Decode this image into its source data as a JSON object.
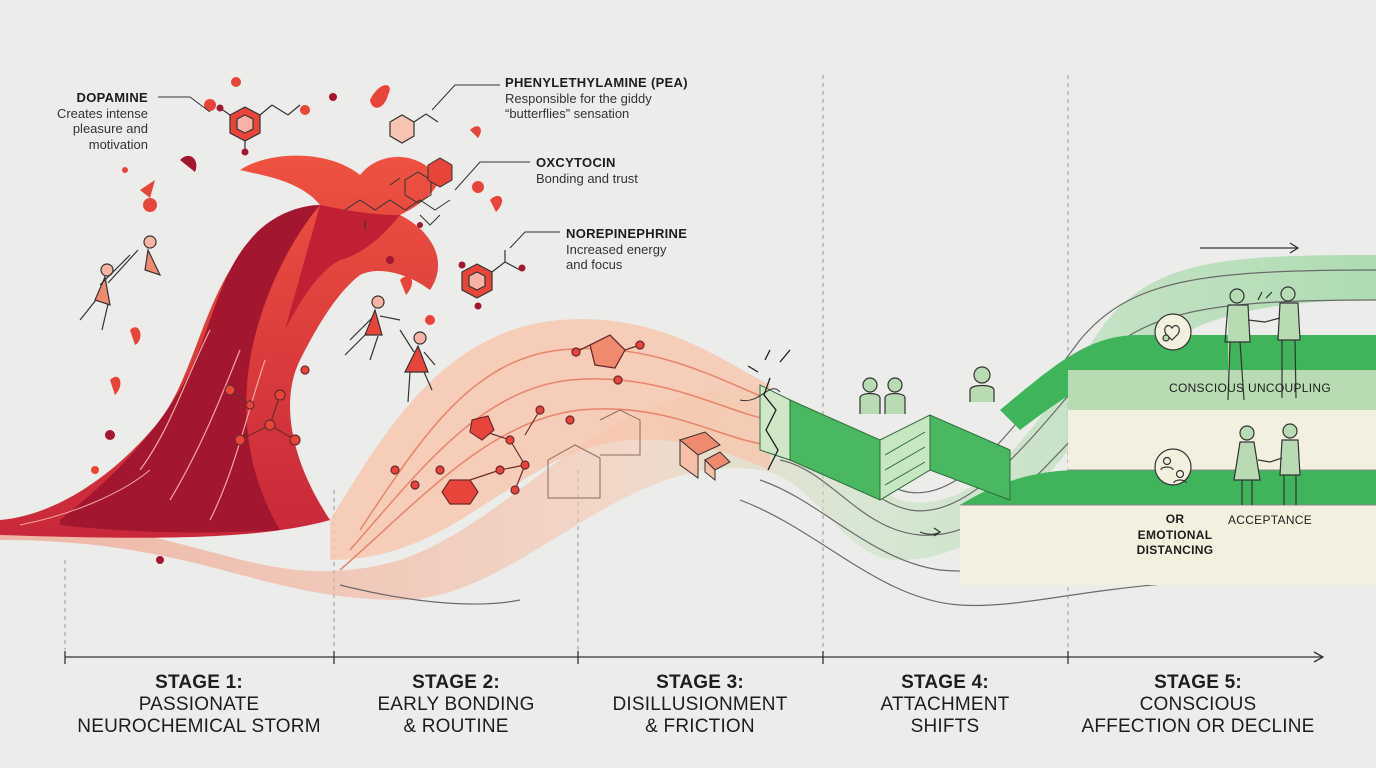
{
  "chemicals": {
    "dopamine": {
      "name": "DOPAMINE",
      "desc_1": "Creates intense",
      "desc_2": "pleasure and",
      "desc_3": "motivation"
    },
    "pea": {
      "name": "PHENYLETHYLAMINE (PEA)",
      "desc_1": "Responsible for the giddy",
      "desc_2": "“butterflies” sensation"
    },
    "oxytocin": {
      "name": "OXCYTOCIN",
      "desc_1": "Bonding and trust"
    },
    "norepinephrine": {
      "name": "NOREPINEPHRINE",
      "desc_1": "Increased energy",
      "desc_2": "and focus"
    }
  },
  "outcomes": {
    "upper": "CONSCIOUS UNCOUPLING",
    "lower_left_1": "OR",
    "lower_left_2": "EMOTIONAL",
    "lower_left_3": "DISTANCING",
    "lower_right": "ACCEPTANCE"
  },
  "stages": [
    {
      "number": "STAGE 1:",
      "line_1": "PASSIONATE",
      "line_2": "NEUROCHEMICAL STORM"
    },
    {
      "number": "STAGE 2:",
      "line_1": "EARLY BONDING",
      "line_2": "& ROUTINE"
    },
    {
      "number": "STAGE 3:",
      "line_1": "DISILLUSIONMENT",
      "line_2": "& FRICTION"
    },
    {
      "number": "STAGE 4:",
      "line_1": "ATTACHMENT",
      "line_2": "SHIFTS"
    },
    {
      "number": "STAGE 5:",
      "line_1": "CONSCIOUS",
      "line_2": "AFFECTION OR DECLINE"
    }
  ],
  "colors": {
    "red_dark": "#a3162f",
    "red": "#e8453a",
    "salmon": "#f2a083",
    "peach": "#f7d2bd",
    "green": "#3fb45a",
    "green_light": "#b9dbb4",
    "cream": "#f3f0df"
  }
}
